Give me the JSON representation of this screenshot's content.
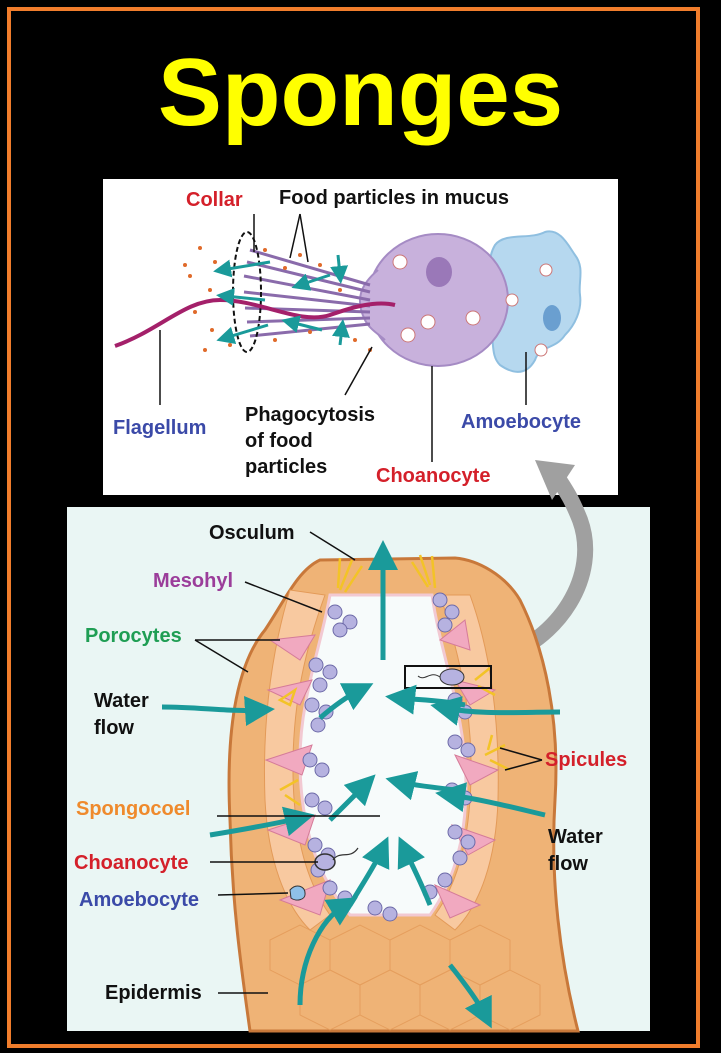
{
  "title": "Sponges",
  "colors": {
    "frame": "#f07d2c",
    "title": "#ffff00",
    "label_red": "#d4202a",
    "label_blue": "#3b4aa8",
    "label_purple": "#9b3d9a",
    "label_green": "#1f9e54",
    "label_orange": "#ef8a2c",
    "water_flow_arrow": "#1a9a9a"
  },
  "choanocyte_detail": {
    "collar": "Collar",
    "food_particles": "Food particles in mucus",
    "flagellum": "Flagellum",
    "phagocytosis_line1": "Phagocytosis",
    "phagocytosis_line2": "of food",
    "phagocytosis_line3": "particles",
    "amoebocyte": "Amoebocyte",
    "choanocyte": "Choanocyte"
  },
  "sponge_body": {
    "osculum": "Osculum",
    "mesohyl": "Mesohyl",
    "porocytes": "Porocytes",
    "water_flow_left_line1": "Water",
    "water_flow_left_line2": "flow",
    "spicules": "Spicules",
    "spongocoel": "Spongocoel",
    "water_flow_right_line1": "Water",
    "water_flow_right_line2": "flow",
    "choanocyte": "Choanocyte",
    "amoebocyte": "Amoebocyte",
    "epidermis": "Epidermis"
  }
}
